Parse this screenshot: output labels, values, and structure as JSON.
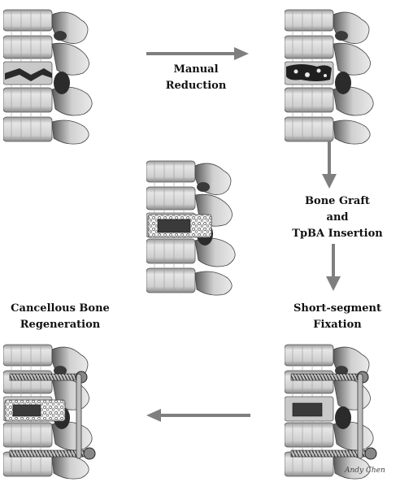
{
  "steps": {
    "manual_reduction": "Manual\nReduction",
    "bone_graft": "Bone Graft\nand\nTpBA Insertion",
    "fixation": "Short-segment\nFixation",
    "regeneration": "Cancellous Bone\nRegeneration"
  },
  "signature": "Andy Chen",
  "colors": {
    "arrow": "#7f7f7f",
    "bone": "#d9d9d9",
    "shade": "#6e6e6e",
    "dark": "#2b2b2b",
    "graft": "#f0f0f0"
  }
}
